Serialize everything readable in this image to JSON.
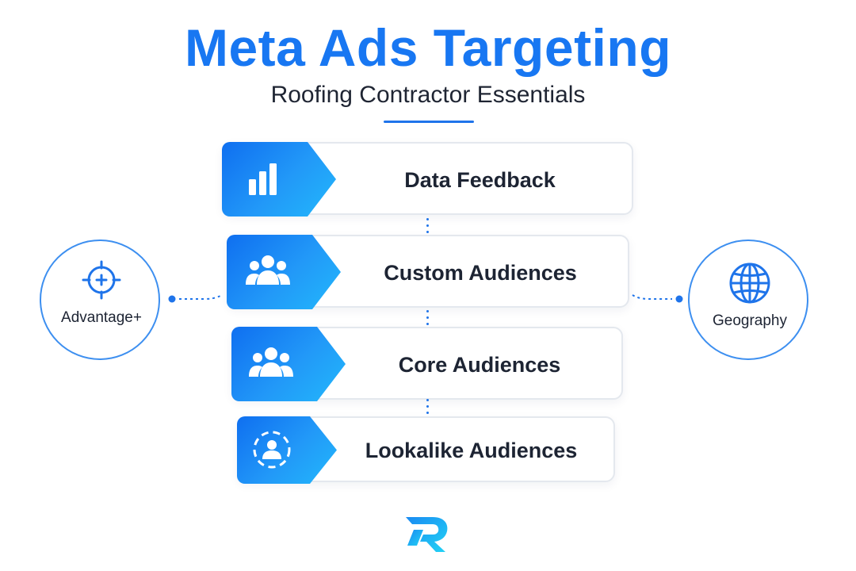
{
  "header": {
    "title": "Meta Ads Targeting",
    "subtitle": "Roofing Contractor Essentials"
  },
  "layers": [
    {
      "label": "Data Feedback",
      "icon": "bar-chart-icon"
    },
    {
      "label": "Custom Audiences",
      "icon": "users-group-icon"
    },
    {
      "label": "Core Audiences",
      "icon": "users-group-icon"
    },
    {
      "label": "Lookalike Audiences",
      "icon": "user-dashed-circle-icon"
    }
  ],
  "side_nodes": {
    "left": {
      "label": "Advantage+",
      "icon": "crosshair-icon"
    },
    "right": {
      "label": "Geography",
      "icon": "globe-icon"
    }
  },
  "logo": {
    "icon": "brand-r-logo"
  },
  "colors": {
    "accent": "#1877f2",
    "text": "#1d2433",
    "badge_start": "#0f6ff0",
    "badge_end": "#23b8fb"
  }
}
